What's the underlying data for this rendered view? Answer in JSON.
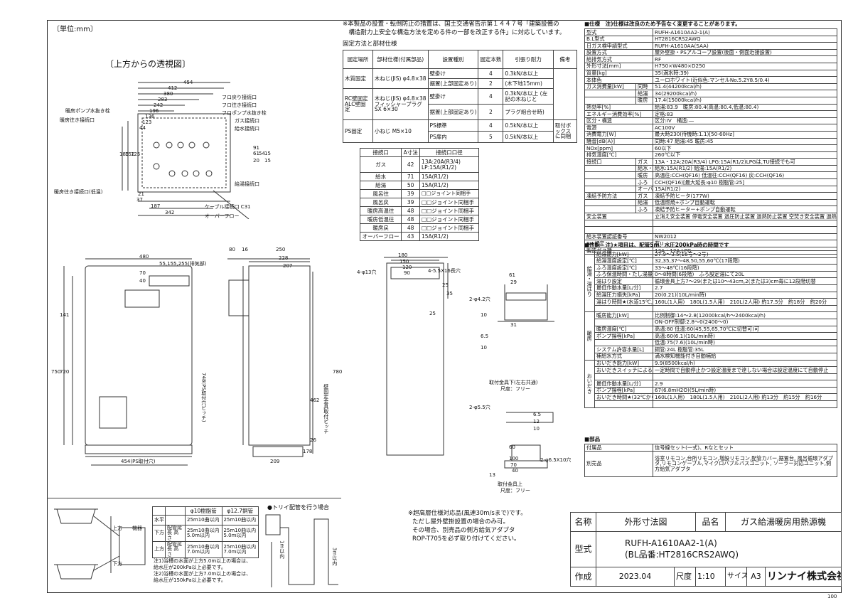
{
  "unit_note": "〔単位:mm〕",
  "topview": {
    "title": "〔上方からの透視図〕",
    "dims_h": [
      "454",
      "412",
      "380",
      "283",
      "242",
      "196",
      "136",
      "123",
      "44",
      "21",
      "37",
      "187",
      "342"
    ],
    "dims_v": [
      "185",
      "152",
      "125",
      "91",
      "61",
      "54",
      "15",
      "20",
      "15"
    ],
    "labels": [
      "暖房ポンプ水抜き栓",
      "暖房往き接続口",
      "暖房往き接続口(低温)",
      "フロ戻り接続口",
      "フロ往き接続口",
      "フロポンプ水抜き栓",
      "ガス接続口",
      "給水接続口",
      "給湯接続口",
      "ケーブル接続口 C31",
      "オーバーフロー"
    ]
  },
  "notice": {
    "lines": [
      "※本製品の設置・転倒防止の措置は、国土交通省告示第１４４７号「建築設備の",
      "　構造耐力上安全な構造方法を定める件の一部を改正する件」に対応しています。"
    ],
    "sub": "固定方法と部材仕様"
  },
  "fix_table": {
    "headers": [
      "固定場所",
      "部材仕様(付属部品)",
      "設置種別",
      "固定本数",
      "引張り耐力",
      "備考"
    ],
    "rows": [
      [
        "木質固定",
        "木ねじ(JIS) φ4.8×38",
        "壁掛け",
        "4",
        "0.3kN/本以上",
        ""
      ],
      [
        "",
        "",
        "据置(上部固定あり)",
        "2",
        "(木下地15mm)",
        ""
      ],
      [
        "RC壁固定 ALC壁固定",
        "木ねじ(JIS) φ4.8×38 フィッシャープラグSX 6×30",
        "壁掛け",
        "4",
        "0.3kN/本以上 (左記の木ねじと",
        ""
      ],
      [
        "",
        "",
        "据置(上部固定あり)",
        "2",
        "プラグ組合せ時)",
        ""
      ],
      [
        "PS固定",
        "小ねじ M5×10",
        "PS標準",
        "4",
        "0.5kN/本以上",
        "取付ボックス に同梱"
      ],
      [
        "",
        "",
        "PS扉内",
        "5",
        "0.5kN/本以上",
        ""
      ]
    ]
  },
  "conn_table": {
    "headers": [
      "接続口",
      "A寸法",
      "接続口口径"
    ],
    "rows": [
      [
        "ガス",
        "42",
        "13A:20A(R3/4) LP:15A(R1/2)"
      ],
      [
        "給水",
        "71",
        "15A(R1/2)"
      ],
      [
        "給湯",
        "50",
        "15A(R1/2)"
      ],
      [
        "風呂往",
        "39",
        "□□ジョイント同梱手"
      ],
      [
        "風呂戻",
        "39",
        "□□ジョイント同梱手"
      ],
      [
        "暖房高温往",
        "48",
        "□□ジョイント同梱手"
      ],
      [
        "暖房低温往",
        "48",
        "□□ジョイント同梱手"
      ],
      [
        "暖房戻",
        "48",
        "□□ジョイント同梱手"
      ],
      [
        "オーバーフロー",
        "43",
        "15A(R1/2)"
      ]
    ]
  },
  "front_dims": [
    "480",
    "70",
    "40",
    "55,155,255(排気部)",
    "141",
    "750",
    "720",
    "454(PS取付穴)",
    "748(PS取付穴ピッチ)"
  ],
  "side_dims": [
    "80",
    "16",
    "250",
    "228",
    "207",
    "780",
    "462",
    "209",
    "26",
    "178",
    "壁固定金具取付ピッチ"
  ],
  "bracket": {
    "dims": [
      "180",
      "150",
      "120",
      "90",
      "4-φ13穴",
      "4-5.5X16長穴",
      "25",
      "25",
      "35"
    ]
  },
  "parts": {
    "p1": [
      "61",
      "29",
      "2-φ4.2穴",
      "31",
      "10",
      "6.5",
      "10",
      "取付金具下(左右共通)",
      "尺度：フリー"
    ],
    "p2": [
      "2-φ5.5穴",
      "60",
      "12",
      "6.5",
      "10"
    ],
    "p3": [
      "100",
      "70",
      "40",
      "2-φ6.5X10穴",
      "13",
      "取付金具上",
      "尺度：フリー"
    ]
  },
  "spec": {
    "title": "■仕様　注)仕様は改良のため予告なく変更することがあります。",
    "rows": [
      [
        "型式",
        "",
        "RUFH-A1610AA2-1(A)"
      ],
      [
        "B.L型式",
        "",
        "HT2816CRS2AWQ"
      ],
      [
        "日ガス検申請型式",
        "",
        "RUFH-A1610AA(SAA)"
      ],
      [
        "設置方式",
        "",
        "屋外壁掛・PSアルコーブ設置(後面・側面近接設置)"
      ],
      [
        "給排気方式",
        "",
        "RF"
      ],
      [
        "外形寸法[mm]",
        "",
        "H750×W480×D250"
      ],
      [
        "質量[kg]",
        "",
        "35(満水時:39)"
      ],
      [
        "本体色",
        "",
        "ユーロホワイト(近似色:マンセルNo.5.2Y8.5/0.4)"
      ],
      [
        "ガス消費量[kW]",
        "同時",
        "51.4(44200kcal/h)"
      ],
      [
        "",
        "給湯",
        "34(29200kcal/h)"
      ],
      [
        "",
        "暖房",
        "17.4(15000kcal/h)"
      ],
      [
        "熱効率[%]",
        "",
        "給湯:83.9　暖房:80.4(高温:80.4,低温:80.4)"
      ],
      [
        "エネルギー消費効率[%]",
        "",
        "定格:83"
      ],
      [
        "区分・構造",
        "",
        "区分:IV　構造:―"
      ],
      [
        "電源",
        "",
        "AC100V"
      ],
      [
        "消費電力[W]",
        "",
        "最大時230(待機時:1.1)[50-60Hz]"
      ],
      [
        "騒音[dB(A)]",
        "",
        "同時:47 給湯:45 暖房:45"
      ],
      [
        "NOx[ppm]",
        "",
        "60以下"
      ],
      [
        "排気温度[℃]",
        "",
        "260℃以下"
      ],
      [
        "接続口",
        "ガス",
        "13A・12A:20A(R3/4) LPG:15A(R1/2)LPGは,TU接続でも可"
      ],
      [
        "",
        "給水・給湯",
        "給水:15A(R1/2) 給湯:15A(R1/2)"
      ],
      [
        "",
        "暖房",
        "高温往:CCH(QF16) 低温往:CCH(QF16) 戻:CCH(QF16)"
      ],
      [
        "",
        "ふろ",
        "CCH(QF16)[最大延長:φ10 樹脂管:25]"
      ],
      [
        "",
        "オーバーフロー",
        "15A(R1/2)"
      ],
      [
        "凍結予防方法",
        "ガス",
        "凍結予防ヒータ(177W)"
      ],
      [
        "",
        "給湯",
        "低温燃焼+ポンプ自動運転"
      ],
      [
        "",
        "ふろ",
        "凍結予防ヒーター+ポンプ自動運転"
      ],
      [
        "安全装置",
        "",
        "立消え安全装置 停電安全装置 過圧防止装置 過熱防止装置 空焚き安全装置 過熱防止装置 漏電安全装置 過電流安全装置 ふろポンプ回転検出装置 空だき安全装置 過熱防止装置 凍結防止装置 ファン回転検出装置 暖房ポンプ回転検出装置"
      ],
      [
        "",
        "",
        ""
      ],
      [
        "",
        "",
        ""
      ],
      [
        "給水装置認証番号",
        "",
        "NW2012"
      ],
      [
        "B.L認定",
        "",
        "有U"
      ],
      [
        "製造ガス種",
        "",
        "13A・12A,LPG"
      ]
    ]
  },
  "perf": {
    "title": "■性能　注)★項目は、配管5m、水圧200kPa時の時間です",
    "rows": [
      [
        "給湯能力[kW]",
        "27.9～3.5(16号～2号)"
      ],
      [
        "給湯温度設定[℃]",
        "32,35,37～48,50,55,60℃(17段階)"
      ],
      [
        "ふろ温度設定[℃]",
        "33～48℃(16段階)"
      ],
      [
        "ふろ保温時間・たし湯量",
        "0～8時間(6段階)　ふろ設定湯にて20L"
      ],
      [
        "湯はり設定",
        "循環金具上方7～29(または10～43cm,2(または3)cm毎に12段階切替"
      ],
      [
        "最低作動水量[L/分]",
        "2.7"
      ],
      [
        "給湯圧力損失[kPa]",
        "20(0.21)(10L/min時)"
      ],
      [
        "湯はり時間★(水道15℃,ふろ設定42℃)",
        "160L(1人用)　180L(1.5人用)　210L(2人用) 約17.5分　約18分　約20分"
      ],
      [
        "",
        ""
      ],
      [
        "暖房能力[kW]",
        "比例制御:14～2.8(12000kcal/h～2400kcal/h)"
      ],
      [
        "",
        "ON-OFF制御:2.8～0(2400～0)"
      ],
      [
        "暖房温度[℃]",
        "高温:80 低温:60(45,55,65,70℃に切替可)可"
      ],
      [
        "ポンプ揚程[kPa]",
        "高温:60(6.1)(10L/min時)"
      ],
      [
        "",
        "低温:75(7.6)(10L/min時)"
      ],
      [
        "システム許容水量[L]",
        "銅管:24L 樹脂管:35L"
      ],
      [
        "補給水方式",
        "満水検知機能付き自動補給"
      ],
      [
        "おいだき能力[kW]",
        "9.9(8500kcal/h)"
      ],
      [
        "おいだきスイッチによるおいだき",
        "一定時間で自動停止かつ設定温度まで達しない場合は設定温度にて自動停止"
      ],
      [
        "",
        ""
      ],
      [
        "最低作動水量[L/分]",
        "2.9"
      ],
      [
        "ポンプ揚程[kPa]",
        "67(6.8mH2O)(5L/min時)"
      ],
      [
        "おいだき時間★(32℃から42℃まで)",
        "160L(1人用)　180L(1.5人用)　210L(2人用) 約13分　約15分　約16分"
      ],
      [
        "",
        ""
      ]
    ],
    "side1": "給湯・湯はり",
    "side2": "暖房",
    "side3": "おいだき"
  },
  "accessories": {
    "title": "■部品",
    "rows": [
      [
        "付属品",
        "信号線セット(一式)、Rなとセット"
      ],
      [
        "別売品",
        "浴室リモコン,台所リモコン,増設リモコン,配管カバー,据置台, 風呂循環アダプタ,リモコンケーブル,マイクロバブルバスユニット, ソーラー対応ユニット,側方給気アダプタ"
      ]
    ]
  },
  "bottom": {
    "pipe_table_headers": [
      "",
      "",
      "φ10樹脂管",
      "φ12.7銅管"
    ],
    "pipe_rows": [
      [
        "水平",
        "",
        "25m10曲以内",
        "25m10曲以内"
      ],
      [
        "下方",
        "配管延長 高さ",
        "25m10曲以内 5.0m以内",
        "25m10曲以内 5.0m以内"
      ],
      [
        "上方",
        "配管延長 高さ",
        "25m10曲以内 7.0m以内",
        "25m10曲以内 7.0m以内"
      ]
    ],
    "notes": [
      "注1)浴槽の水面が上方5.0m以上の場合は、",
      "給水圧が200kPa以上必要です。",
      "注2)浴槽の水面が上方7.0m以上の場合は、",
      "給水圧が150kPa以上必要です。"
    ],
    "trap_title": "●トリイ配管を行う場合",
    "trap_dims": [
      "1m以内",
      "3m以内"
    ],
    "labels": [
      "上方",
      "下方",
      "機器"
    ],
    "notice": [
      "※超高層仕様対応品(風速30m/sまで)です。",
      "ただし屋外壁掛設置の場合のみ可。",
      "その場合、別売品の側方給気アダプタ",
      "ROP-T705を必ず取り付けてください。"
    ]
  },
  "titleblock": {
    "name_label": "名称",
    "name": "外形寸法図",
    "prod_label": "品名",
    "prod": "ガス給湯暖房用熱源機",
    "model_label": "型式",
    "model1": "RUFH-A1610AA2-1(A)",
    "model2": "(BL品番:HT2816CRS2AWQ)",
    "made_label": "作成",
    "date": "2023.04",
    "scale_label": "尺度",
    "scale": "1:10",
    "size_label": "サイズ",
    "size": "A3",
    "company": "リンナイ株式会社"
  },
  "page_number": "100"
}
